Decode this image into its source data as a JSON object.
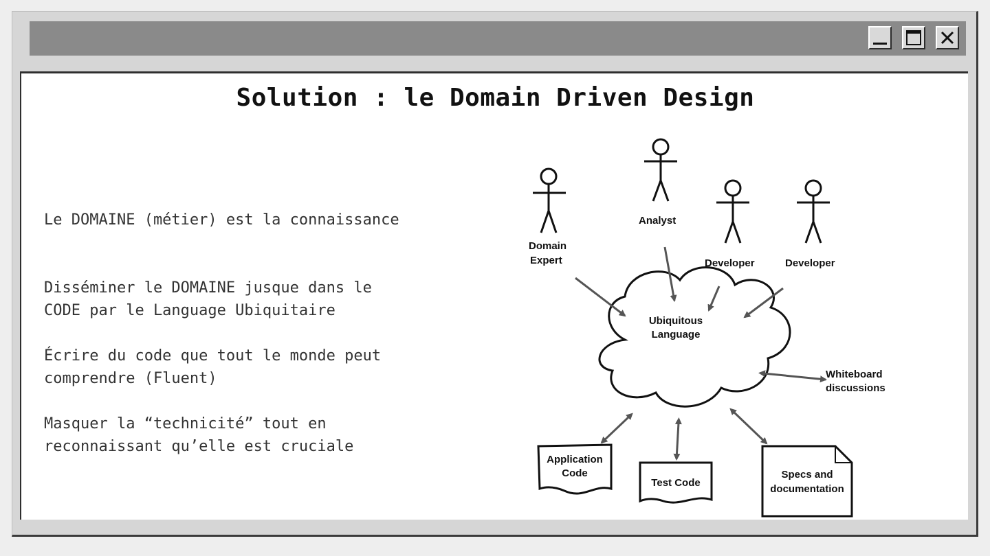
{
  "slide": {
    "title": "Solution : le Domain Driven Design",
    "paragraphs": [
      [
        "Le DOMAINE (métier) est la connaissance"
      ],
      [
        "Disséminer le DOMAINE jusque dans le",
        "CODE par le Language Ubiquitaire"
      ],
      [
        "Écrire du code que tout le monde peut",
        "comprendre (Fluent)"
      ],
      [
        "Masquer la “technicité” tout en",
        "reconnaissant qu’elle est cruciale"
      ]
    ]
  },
  "diagram": {
    "actors": {
      "domain_expert": [
        "Domain",
        "Expert"
      ],
      "analyst": "Analyst",
      "developer_1": "Developer",
      "developer_2": "Developer"
    },
    "center": [
      "Ubiquitous",
      "Language"
    ],
    "whiteboard": [
      "Whiteboard",
      "discussions"
    ],
    "application_code": [
      "Application",
      "Code"
    ],
    "test_code": "Test Code",
    "specs": [
      "Specs and",
      "documentation"
    ]
  },
  "window_controls": {
    "minimize": "minimize-icon",
    "maximize": "maximize-icon",
    "close": "close-icon"
  }
}
